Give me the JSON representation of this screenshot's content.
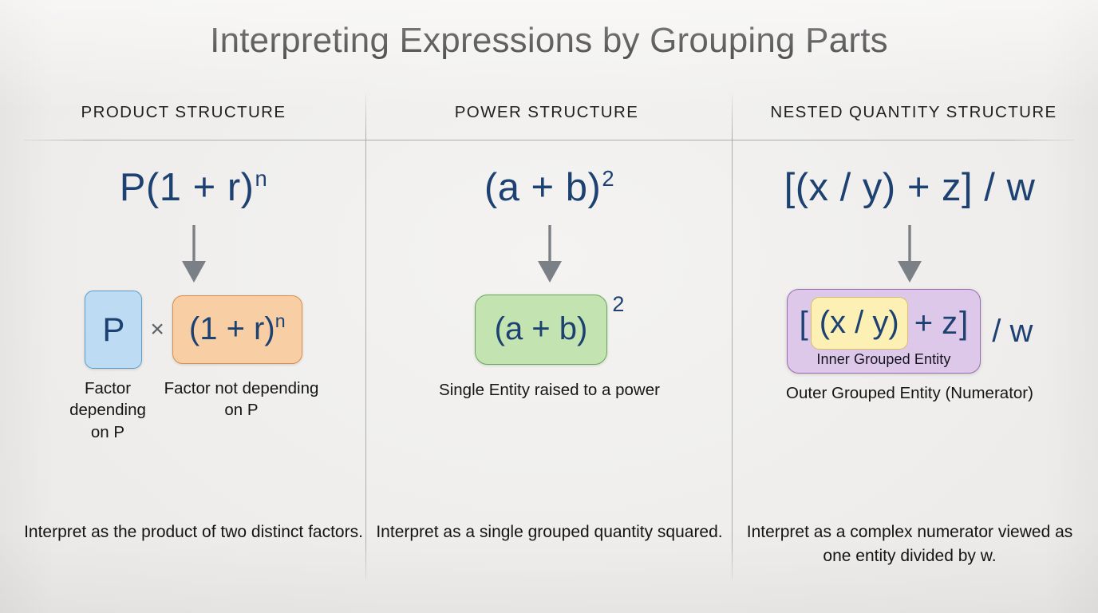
{
  "title": "Interpreting Expressions by Grouping Parts",
  "colors": {
    "background": "#efeeec",
    "expression_navy": "#1d4272",
    "arrow_gray": "#7b8086",
    "blue_fill": "#bddcf3",
    "blue_border": "#5f9dc9",
    "orange_fill": "#f8cfa5",
    "orange_border": "#d98f4a",
    "green_fill": "#c3e3b1",
    "green_border": "#67a958",
    "purple_fill": "#ddc8ea",
    "purple_border": "#9c6cb6",
    "yellow_fill": "#fdf0b5",
    "yellow_border": "#d9bd6a",
    "divider_gray": "#9e9e9e"
  },
  "columns": [
    {
      "header": "PRODUCT STRUCTURE",
      "expression": {
        "base": "P(1 + r)",
        "superscript": "n"
      },
      "arrow": "down-arrow-icon",
      "boxes": {
        "blue_label": "P",
        "operator": "×",
        "orange_base": "(1 + r)",
        "orange_superscript": "n"
      },
      "box_captions": {
        "blue": "Factor depending on P",
        "orange": "Factor not depending on P"
      },
      "interpretation": "Interpret as the product of two distinct factors."
    },
    {
      "header": "POWER STRUCTURE",
      "expression": {
        "base": "(a + b)",
        "superscript": "2"
      },
      "arrow": "down-arrow-icon",
      "boxes": {
        "green_label": "(a + b)",
        "green_superscript": "2"
      },
      "box_captions": {
        "center": "Single Entity raised to a power"
      },
      "interpretation": "Interpret as a single grouped quantity squared."
    },
    {
      "header": "NESTED QUANTITY STRUCTURE",
      "expression": {
        "base": "[(x / y) + z] / w",
        "superscript": ""
      },
      "arrow": "down-arrow-icon",
      "boxes": {
        "open_bracket": "[",
        "yellow_label": "(x / y)",
        "after_yellow": "+ z",
        "close_bracket": "]",
        "inner_label": "Inner Grouped Entity",
        "outside_label": "/ w"
      },
      "box_captions": {
        "center": "Outer Grouped Entity (Numerator)"
      },
      "interpretation": "Interpret as a complex numerator viewed as one entity divided by w."
    }
  ]
}
